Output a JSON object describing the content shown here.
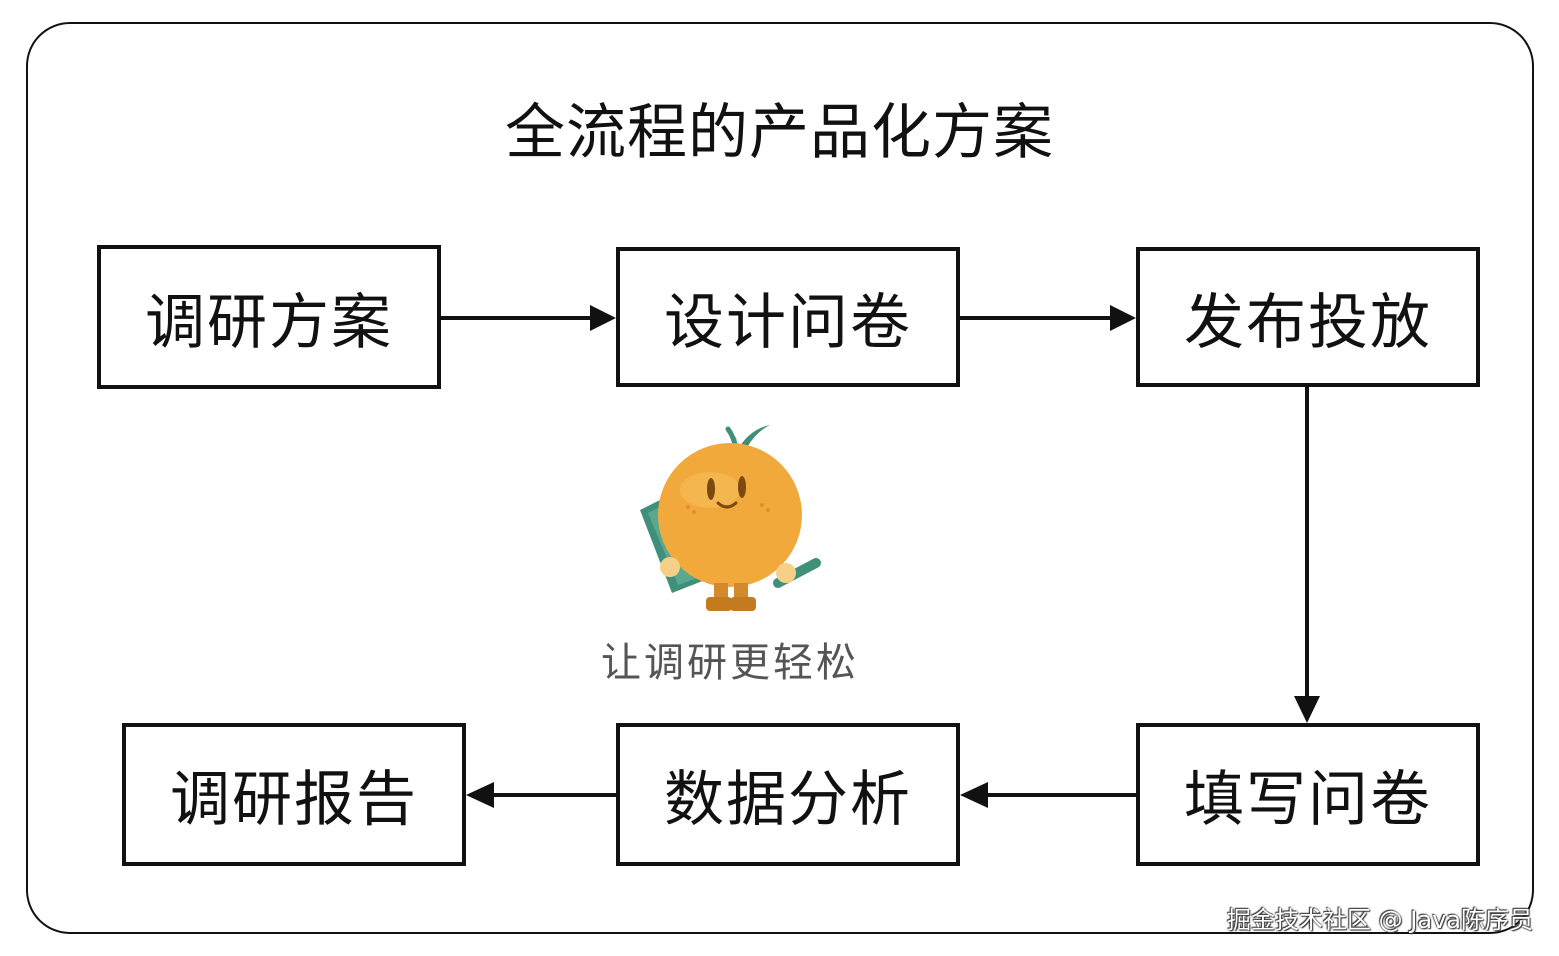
{
  "title": "全流程的产品化方案",
  "steps": {
    "research_plan": "调研方案",
    "design_survey": "设计问卷",
    "publish": "发布投放",
    "fill_survey": "填写问卷",
    "data_analysis": "数据分析",
    "research_report": "调研报告"
  },
  "mascot": {
    "icon": "orange-mascot-icon",
    "slogan": "让调研更轻松"
  },
  "watermark": "掘金技术社区 @ Java陈序员",
  "colors": {
    "stroke": "#111111",
    "orange": "#F2A93B",
    "leaf": "#3F8F7A",
    "slogan": "#555555"
  }
}
